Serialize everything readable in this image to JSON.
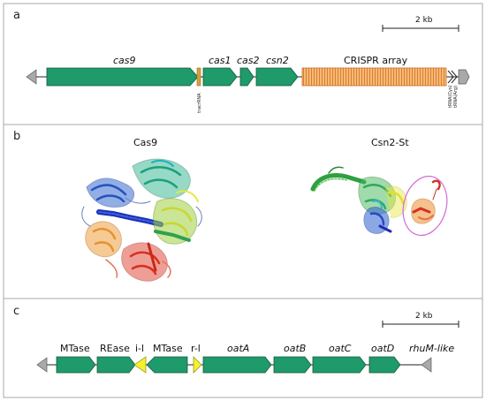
{
  "panels": {
    "a": {
      "letter": "a",
      "scale_label": "2 kb",
      "genes": {
        "cas9": "cas9",
        "cas1": "cas1",
        "cas2": "cas2",
        "csn2": "csn2"
      },
      "crispr_label": "CRISPR array",
      "tracr_label": "tracrRNA",
      "trna_labels": [
        "tRNA(Cys)",
        "tRNA(Arg)"
      ]
    },
    "b": {
      "letter": "b",
      "left_title": "Cas9",
      "right_title": "Csn2-St"
    },
    "c": {
      "letter": "c",
      "scale_label": "2 kb",
      "labels": {
        "mtase1": "MTase",
        "rease": "REase",
        "il": "i-l",
        "mtase2": "MTase",
        "rl": "r-l",
        "oatA": "oatA",
        "oatB": "oatB",
        "oatC": "oatC",
        "oatD": "oatD",
        "rhuM": "rhuM-like"
      }
    }
  },
  "colors": {
    "gene_green": "#1f9a6a",
    "gene_stroke": "#17583f",
    "crispr_orange": "#f0a25e",
    "crispr_line": "#d97f2e",
    "flank_gray": "#a9a9a9",
    "insertion_yellow": "#f2f230",
    "panel_border": "#a8a8a8",
    "ellipse_magenta": "#d46ad4"
  }
}
